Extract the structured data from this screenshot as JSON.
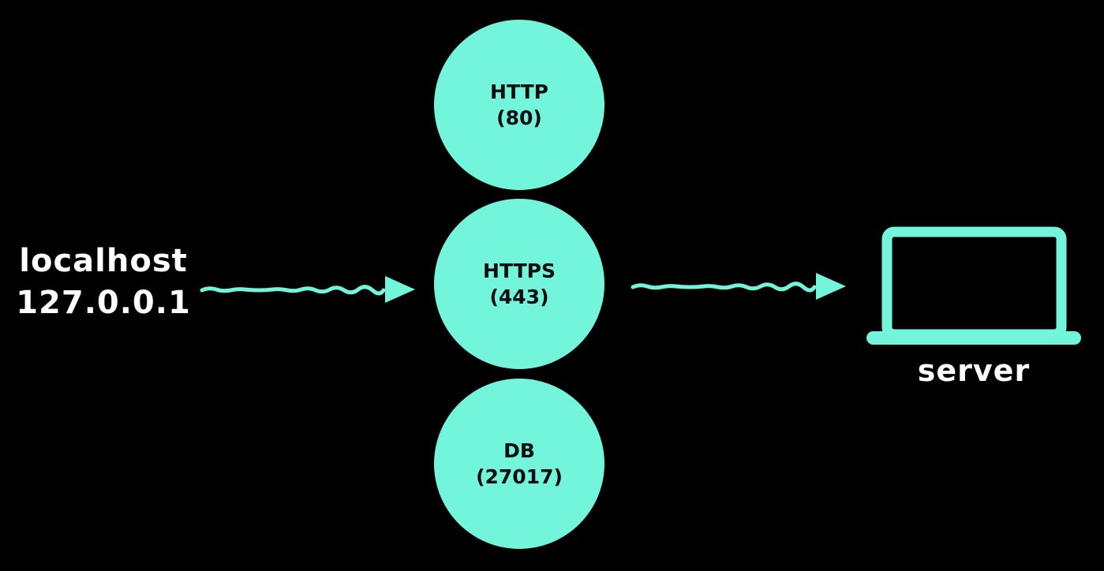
{
  "colors": {
    "background": "#000000",
    "accent": "#72f5da",
    "node_text": "#0d0d0d",
    "label_text": "#ffffff"
  },
  "client": {
    "hostname": "localhost",
    "ip": "127.0.0.1"
  },
  "nodes": [
    {
      "service": "HTTP",
      "port": "(80)"
    },
    {
      "service": "HTTPS",
      "port": "(443)"
    },
    {
      "service": "DB",
      "port": "(27017)"
    }
  ],
  "server": {
    "label": "server"
  },
  "icons": {
    "laptop": "laptop-icon",
    "arrow_client_to_ports": "arrow-right-icon",
    "arrow_ports_to_server": "arrow-right-icon"
  }
}
